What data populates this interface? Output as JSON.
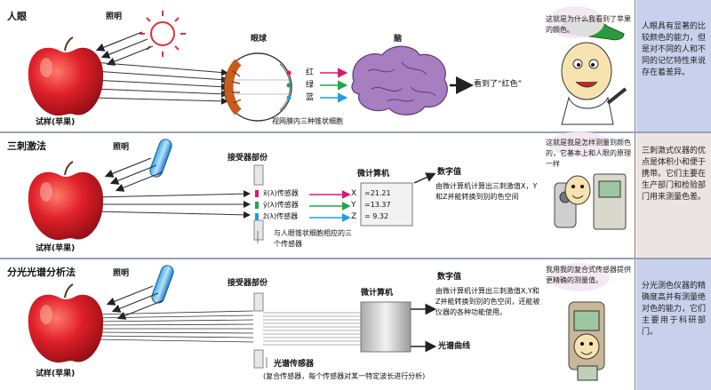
{
  "colors": {
    "accent_blue": "#c8d0ec",
    "accent_rose": "#ece3e3",
    "red": "#e0166f",
    "green": "#1aa84a",
    "cyan": "#1e9fe0",
    "apple": "#d8202a"
  },
  "row1": {
    "title": "人眼",
    "illumination": "照明",
    "sample": "试样(苹果)",
    "eyeball": "眼球",
    "brain": "脑",
    "red": "红",
    "green": "绿",
    "blue": "蓝",
    "seen": "看到了“红色”",
    "retina": "视网膜内三种锥状细胞",
    "bubble": "这就是为什么我看到了苹果的颜色。",
    "note": "人眼具有显著的比较颜色的能力，但是对不同的人和不同的记忆特性来说存在着差异。"
  },
  "row2": {
    "title": "三刺激法",
    "illumination": "照明",
    "sample": "试样(苹果)",
    "receiver": "接受器部份",
    "sensors": [
      "x̄(λ)传感器",
      "ȳ(λ)传感器",
      "z̄(λ)传感器"
    ],
    "axes": [
      "X",
      "Y",
      "Z"
    ],
    "values": [
      "=21.21",
      "=13.37",
      "= 9.32"
    ],
    "microcomputer": "微计算机",
    "digital": "数字值",
    "digital_desc": "由微计算机计算出三刺激值X，Y和Z并能转换到别的色空间",
    "sensor_note": "与人眼锥状细胞相应的三个传感器",
    "bubble": "这就是我是怎样测量到颜色的，它基本上和人眼的原理一样",
    "note": "三刺激式仪器的优点是体积小和便于携带。它们主要在生产部门和检验部门用来测量色差。"
  },
  "row3": {
    "title": "分光光谱分析法",
    "illumination": "照明",
    "sample": "试样(苹果)",
    "receiver": "接受器部份",
    "microcomputer": "微计算机",
    "digital": "数字值",
    "digital_desc": "由微计算机计算出三刺激值X,Y和Z并能转换到别的色空间，还能被仪器的各种功能使用。",
    "spectrum": "光谱曲线",
    "spectral_sensor": "光谱传感器",
    "spectral_desc": "(复合传感器，每个传感器对某一特定波长进行分析)",
    "bubble": "我用我的复合式传感器提供更精确的测量值。",
    "note": "分光测色仪器的精确度高并有测量绝对色的能力，它们主要用于科研部门。"
  }
}
